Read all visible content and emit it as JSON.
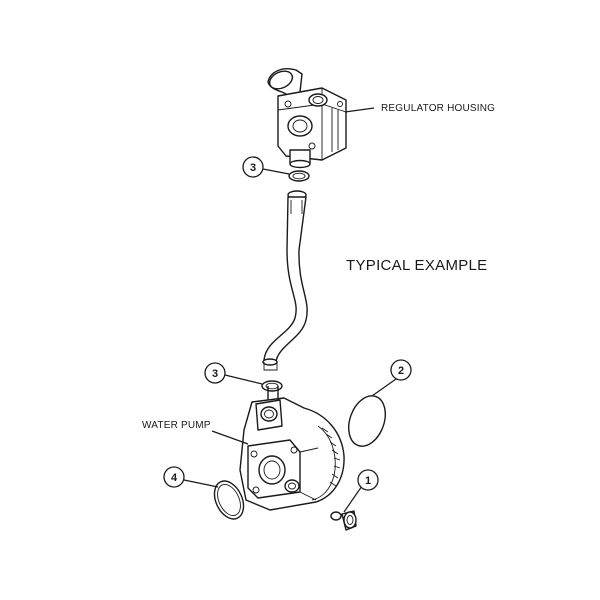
{
  "labels": {
    "regulator_housing": "REGULATOR HOUSING",
    "typical_example": "TYPICAL EXAMPLE",
    "water_pump": "WATER PUMP"
  },
  "callouts": [
    {
      "id": "callout-3-upper",
      "number": "3"
    },
    {
      "id": "callout-3-lower",
      "number": "3"
    },
    {
      "id": "callout-2",
      "number": "2"
    },
    {
      "id": "callout-4",
      "number": "4"
    },
    {
      "id": "callout-1",
      "number": "1"
    }
  ]
}
